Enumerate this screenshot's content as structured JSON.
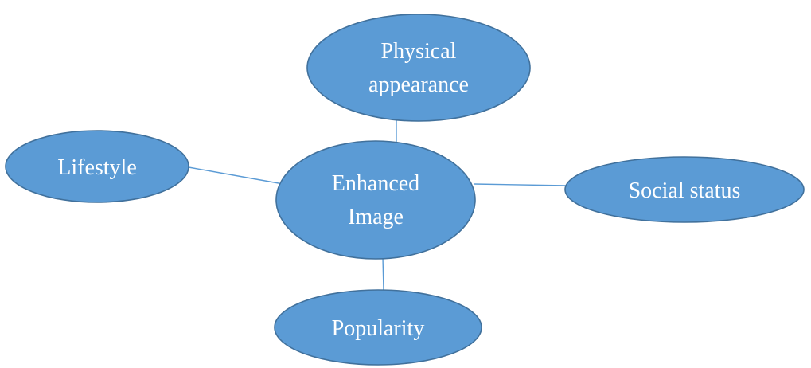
{
  "diagram": {
    "colors": {
      "node_fill": "#5b9bd5",
      "node_border": "#41719c",
      "connector": "#5b9bd5",
      "text": "#ffffff"
    },
    "center": {
      "line1": "Enhanced",
      "line2": "Image"
    },
    "nodes": {
      "physical": {
        "line1": "Physical",
        "line2": "appearance"
      },
      "lifestyle": {
        "label": "Lifestyle"
      },
      "social": {
        "label": "Social status"
      },
      "popularity": {
        "label": "Popularity"
      }
    }
  }
}
